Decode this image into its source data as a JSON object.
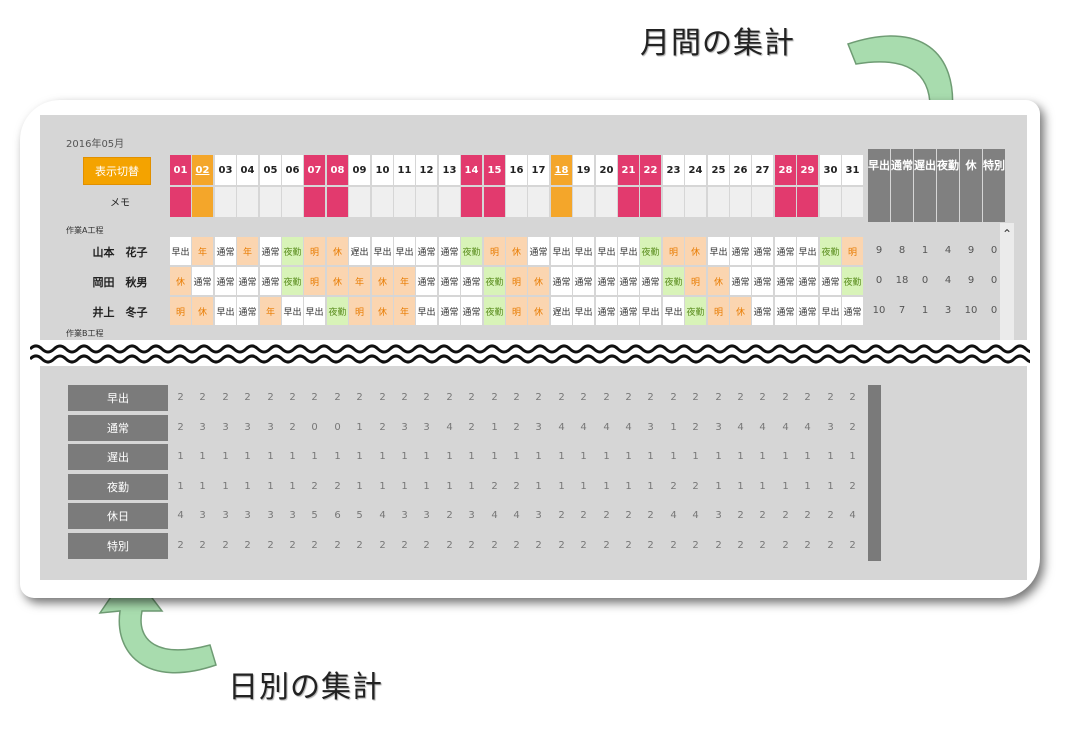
{
  "callouts": {
    "monthly": "月間の集計",
    "daily": "日別の集計"
  },
  "period": "2016年05月",
  "switch_button": "表示切替",
  "memo_label": "メモ",
  "days": [
    {
      "d": "01",
      "t": "pink"
    },
    {
      "d": "02",
      "t": "orange"
    },
    {
      "d": "03",
      "t": "norm"
    },
    {
      "d": "04",
      "t": "norm"
    },
    {
      "d": "05",
      "t": "norm"
    },
    {
      "d": "06",
      "t": "norm"
    },
    {
      "d": "07",
      "t": "pink"
    },
    {
      "d": "08",
      "t": "pink"
    },
    {
      "d": "09",
      "t": "norm"
    },
    {
      "d": "10",
      "t": "norm"
    },
    {
      "d": "11",
      "t": "norm"
    },
    {
      "d": "12",
      "t": "norm"
    },
    {
      "d": "13",
      "t": "norm"
    },
    {
      "d": "14",
      "t": "pink"
    },
    {
      "d": "15",
      "t": "pink"
    },
    {
      "d": "16",
      "t": "norm"
    },
    {
      "d": "17",
      "t": "norm"
    },
    {
      "d": "18",
      "t": "orange"
    },
    {
      "d": "19",
      "t": "norm"
    },
    {
      "d": "20",
      "t": "norm"
    },
    {
      "d": "21",
      "t": "pink"
    },
    {
      "d": "22",
      "t": "pink"
    },
    {
      "d": "23",
      "t": "norm"
    },
    {
      "d": "24",
      "t": "norm"
    },
    {
      "d": "25",
      "t": "norm"
    },
    {
      "d": "26",
      "t": "norm"
    },
    {
      "d": "27",
      "t": "norm"
    },
    {
      "d": "28",
      "t": "pink"
    },
    {
      "d": "29",
      "t": "pink"
    },
    {
      "d": "30",
      "t": "norm"
    },
    {
      "d": "31",
      "t": "norm"
    }
  ],
  "summary_headers": [
    "早出",
    "通常",
    "遅出",
    "夜勤",
    "休",
    "特別"
  ],
  "groups": [
    {
      "label": "作業A工程",
      "people": [
        {
          "name": "山本　花子",
          "shifts": [
            "早出",
            "年",
            "通常",
            "年",
            "通常",
            "夜勤",
            "明",
            "休",
            "遅出",
            "早出",
            "早出",
            "通常",
            "通常",
            "夜勤",
            "明",
            "休",
            "通常",
            "早出",
            "早出",
            "早出",
            "早出",
            "夜勤",
            "明",
            "休",
            "早出",
            "通常",
            "通常",
            "通常",
            "早出",
            "夜勤",
            "明"
          ],
          "totals": [
            "9",
            "8",
            "1",
            "4",
            "9",
            "0"
          ]
        },
        {
          "name": "岡田　秋男",
          "shifts": [
            "休",
            "通常",
            "通常",
            "通常",
            "通常",
            "夜勤",
            "明",
            "休",
            "年",
            "休",
            "年",
            "通常",
            "通常",
            "通常",
            "夜勤",
            "明",
            "休",
            "通常",
            "通常",
            "通常",
            "通常",
            "通常",
            "夜勤",
            "明",
            "休",
            "通常",
            "通常",
            "通常",
            "通常",
            "通常",
            "夜勤"
          ],
          "totals": [
            "0",
            "18",
            "0",
            "4",
            "9",
            "0"
          ]
        },
        {
          "name": "井上　冬子",
          "shifts": [
            "明",
            "休",
            "早出",
            "通常",
            "年",
            "早出",
            "早出",
            "夜勤",
            "明",
            "休",
            "年",
            "早出",
            "通常",
            "通常",
            "夜勤",
            "明",
            "休",
            "遅出",
            "早出",
            "通常",
            "通常",
            "早出",
            "早出",
            "夜勤",
            "明",
            "休",
            "通常",
            "通常",
            "通常",
            "早出",
            "通常"
          ],
          "totals": [
            "10",
            "7",
            "1",
            "3",
            "10",
            "0"
          ]
        }
      ]
    },
    {
      "label": "作業B工程",
      "people": []
    }
  ],
  "daily": {
    "labels": [
      "早出",
      "通常",
      "遅出",
      "夜勤",
      "休日",
      "特別"
    ],
    "values": [
      [
        "2",
        "2",
        "2",
        "2",
        "2",
        "2",
        "2",
        "2",
        "2",
        "2",
        "2",
        "2",
        "2",
        "2",
        "2",
        "2",
        "2",
        "2",
        "2",
        "2",
        "2",
        "2",
        "2",
        "2",
        "2",
        "2",
        "2",
        "2",
        "2",
        "2",
        "2"
      ],
      [
        "2",
        "3",
        "3",
        "3",
        "3",
        "2",
        "0",
        "0",
        "1",
        "2",
        "3",
        "3",
        "4",
        "2",
        "1",
        "2",
        "3",
        "4",
        "4",
        "4",
        "4",
        "3",
        "1",
        "2",
        "3",
        "4",
        "4",
        "4",
        "4",
        "3",
        "2"
      ],
      [
        "1",
        "1",
        "1",
        "1",
        "1",
        "1",
        "1",
        "1",
        "1",
        "1",
        "1",
        "1",
        "1",
        "1",
        "1",
        "1",
        "1",
        "1",
        "1",
        "1",
        "1",
        "1",
        "1",
        "1",
        "1",
        "1",
        "1",
        "1",
        "1",
        "1",
        "1"
      ],
      [
        "1",
        "1",
        "1",
        "1",
        "1",
        "1",
        "2",
        "2",
        "1",
        "1",
        "1",
        "1",
        "1",
        "1",
        "2",
        "2",
        "1",
        "1",
        "1",
        "1",
        "1",
        "1",
        "2",
        "2",
        "1",
        "1",
        "1",
        "1",
        "1",
        "1",
        "2"
      ],
      [
        "4",
        "3",
        "3",
        "3",
        "3",
        "3",
        "5",
        "6",
        "5",
        "4",
        "3",
        "3",
        "2",
        "3",
        "4",
        "4",
        "3",
        "2",
        "2",
        "2",
        "2",
        "2",
        "4",
        "4",
        "3",
        "2",
        "2",
        "2",
        "2",
        "2",
        "4"
      ],
      [
        "2",
        "2",
        "2",
        "2",
        "2",
        "2",
        "2",
        "2",
        "2",
        "2",
        "2",
        "2",
        "2",
        "2",
        "2",
        "2",
        "2",
        "2",
        "2",
        "2",
        "2",
        "2",
        "2",
        "2",
        "2",
        "2",
        "2",
        "2",
        "2",
        "2",
        "2"
      ]
    ]
  },
  "colors": {
    "pink": "#e23a6e",
    "orange": "#f4a62a",
    "gray": "#7b7b7b",
    "arrow": "#a8dcae"
  }
}
